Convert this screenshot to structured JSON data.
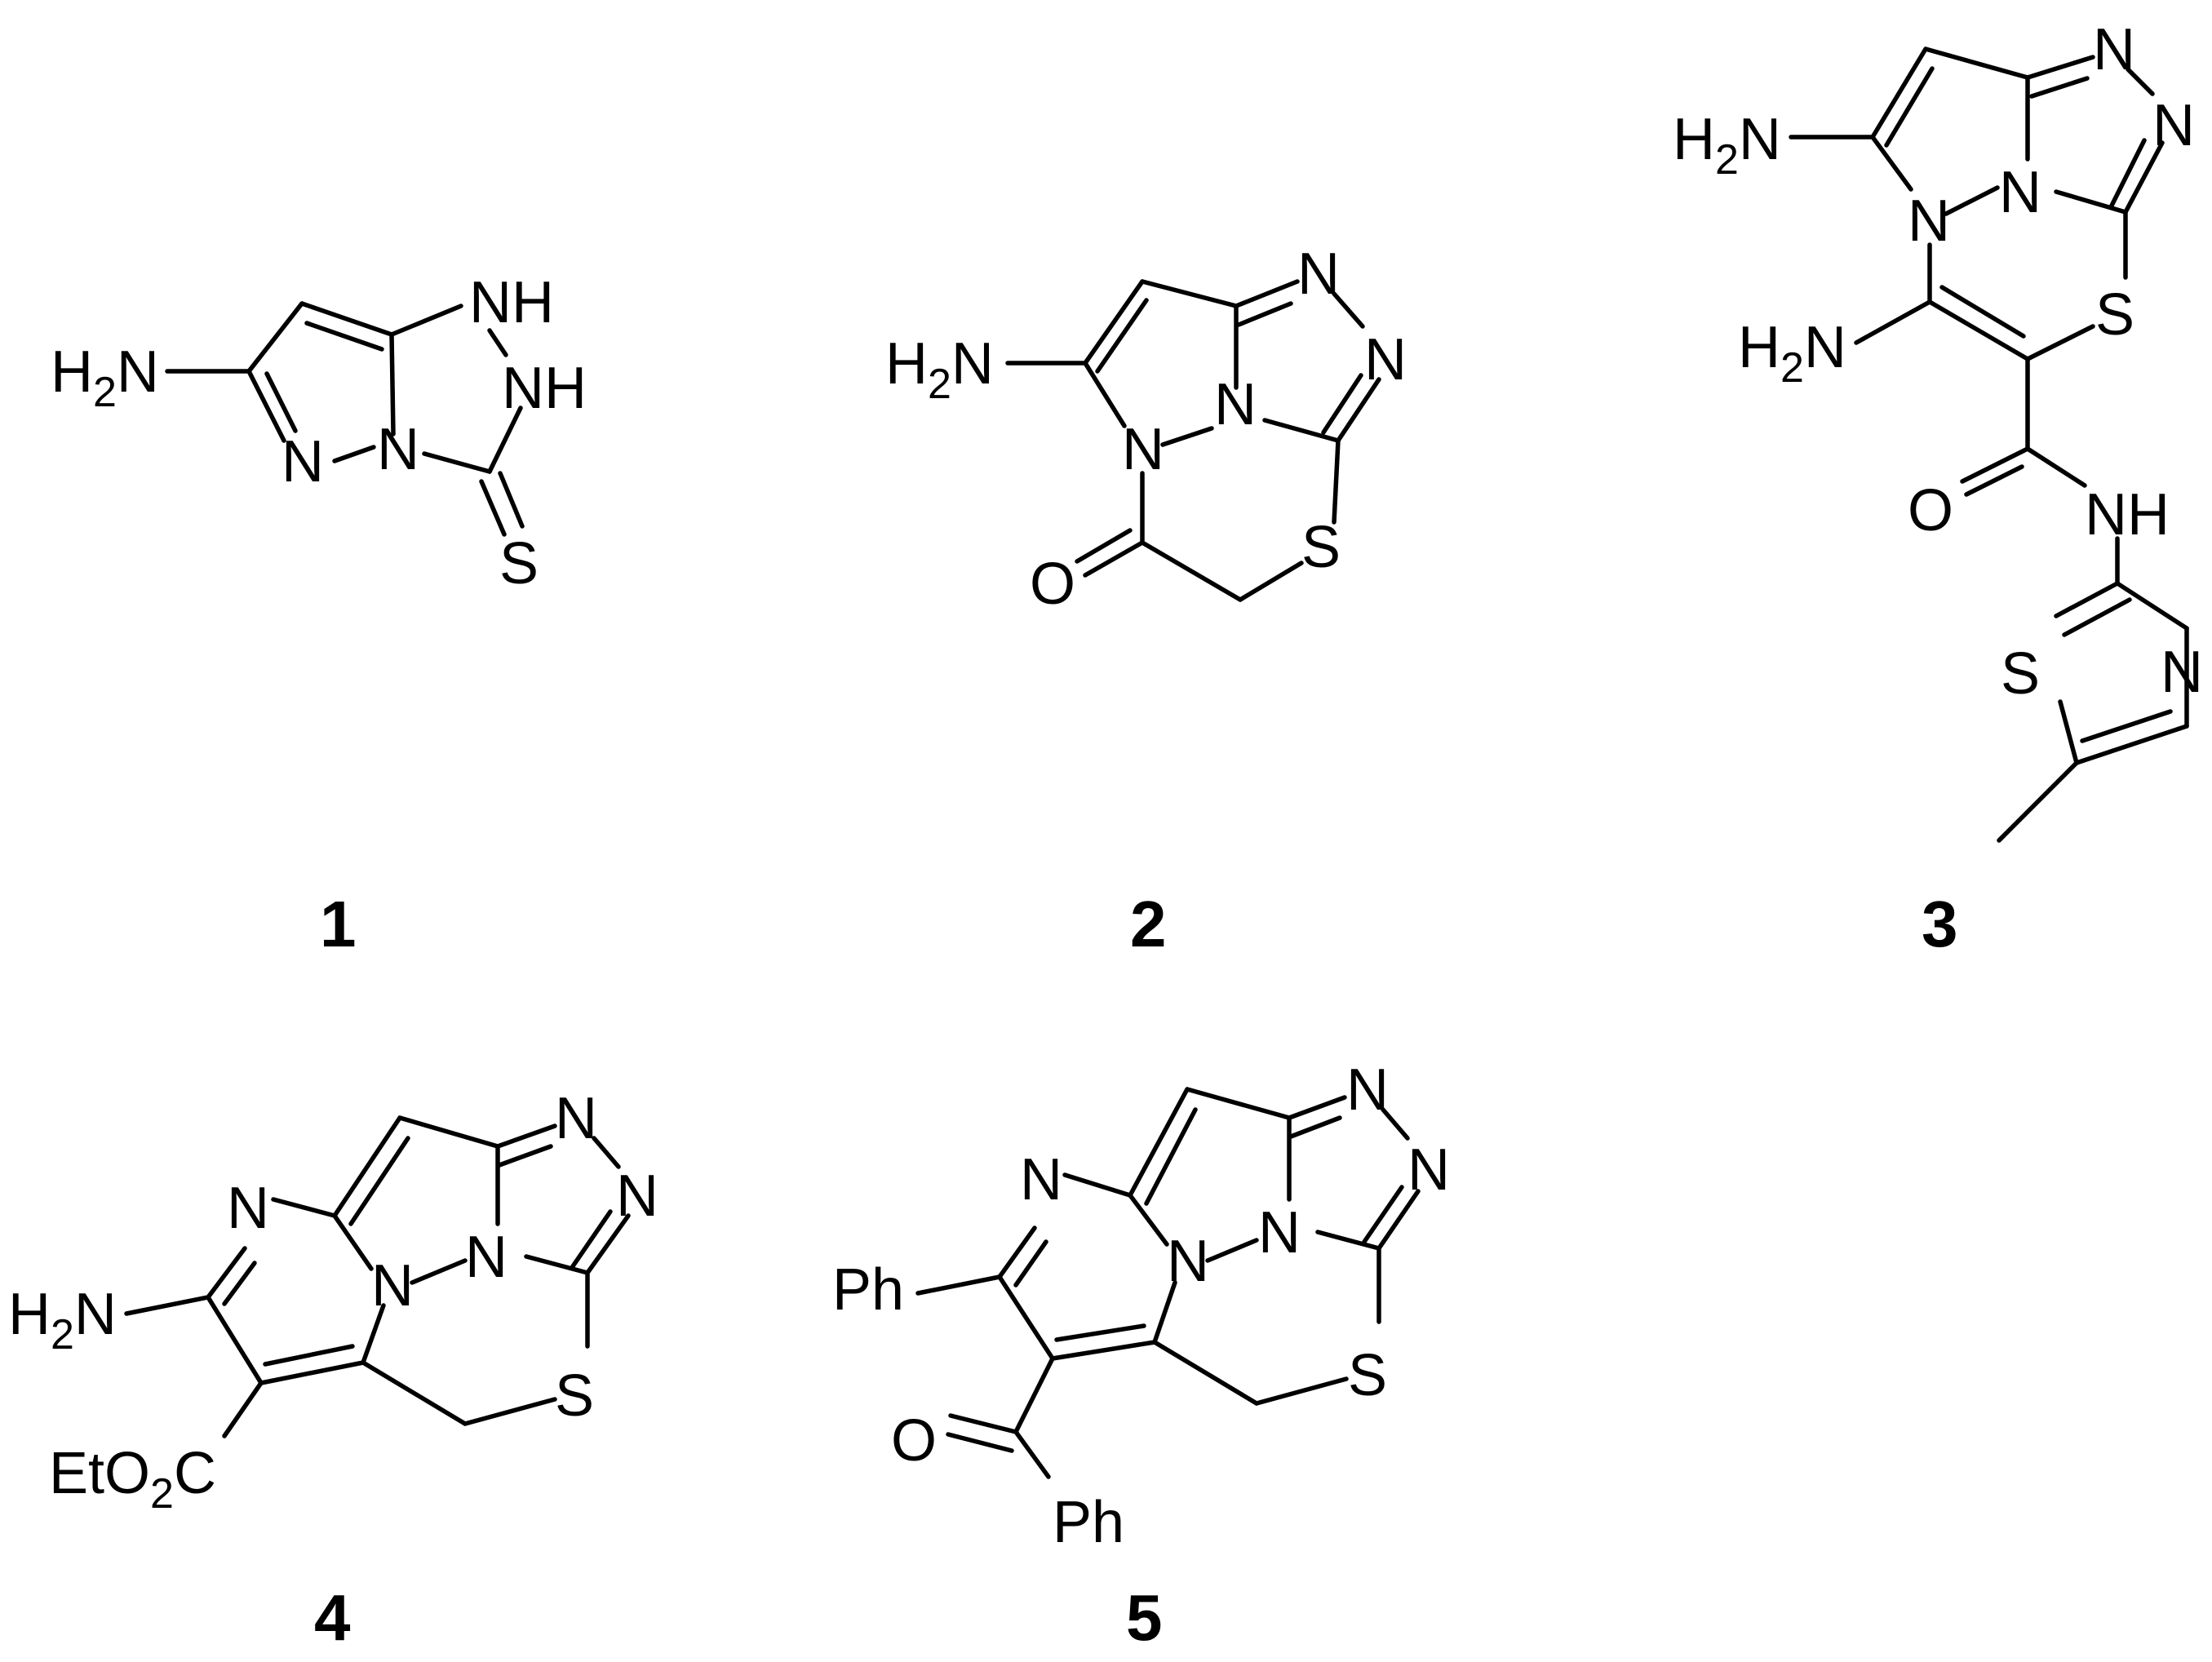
{
  "compounds": [
    {
      "number": "1",
      "labels": {
        "nh2": "H2N",
        "nh_a": "NH",
        "nh_b": "NH",
        "n1": "N",
        "n2": "N",
        "s": "S"
      }
    },
    {
      "number": "2",
      "labels": {
        "nh2": "H2N",
        "n1": "N",
        "n2": "N",
        "n3": "N",
        "n4": "N",
        "o": "O",
        "s": "S"
      }
    },
    {
      "number": "3",
      "labels": {
        "nh2_a": "H2N",
        "nh2_b": "H2N",
        "n1": "N",
        "n2": "N",
        "n3": "N",
        "n4": "N",
        "s1": "S",
        "o": "O",
        "nh": "NH",
        "s2": "S",
        "n5": "N"
      }
    },
    {
      "number": "4",
      "labels": {
        "nh2": "H2N",
        "ester": "EtO2C",
        "n1": "N",
        "n2": "N",
        "n3": "N",
        "n4": "N",
        "n5": "N",
        "s": "S"
      }
    },
    {
      "number": "5",
      "labels": {
        "ph1": "Ph",
        "ph2": "Ph",
        "o": "O",
        "n1": "N",
        "n2": "N",
        "n3": "N",
        "n4": "N",
        "n5": "N",
        "s": "S"
      }
    }
  ]
}
